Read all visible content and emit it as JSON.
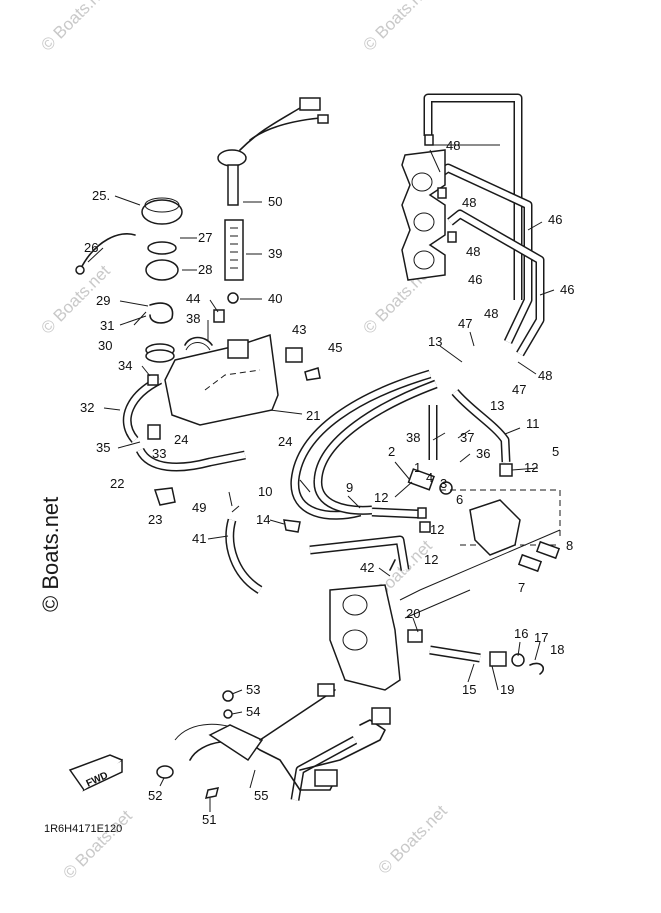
{
  "drawing_code": "1R6H4171E120",
  "fwd_label": "FWD",
  "watermark_small": "© Boats.net",
  "watermark_large": "© Boats.net",
  "callouts": [
    {
      "id": "c25",
      "label": "25."
    },
    {
      "id": "c26",
      "label": "26"
    },
    {
      "id": "c27",
      "label": "27"
    },
    {
      "id": "c28",
      "label": "28"
    },
    {
      "id": "c29",
      "label": "29"
    },
    {
      "id": "c31",
      "label": "31"
    },
    {
      "id": "c30",
      "label": "30"
    },
    {
      "id": "c44",
      "label": "44"
    },
    {
      "id": "c38a",
      "label": "38"
    },
    {
      "id": "c34",
      "label": "34"
    },
    {
      "id": "c32",
      "label": "32"
    },
    {
      "id": "c35",
      "label": "35"
    },
    {
      "id": "c33",
      "label": "33"
    },
    {
      "id": "c24a",
      "label": "24"
    },
    {
      "id": "c22",
      "label": "22"
    },
    {
      "id": "c23",
      "label": "23"
    },
    {
      "id": "c50",
      "label": "50"
    },
    {
      "id": "c39",
      "label": "39"
    },
    {
      "id": "c40",
      "label": "40"
    },
    {
      "id": "c43",
      "label": "43"
    },
    {
      "id": "c45",
      "label": "45"
    },
    {
      "id": "c21",
      "label": "21"
    },
    {
      "id": "c24b",
      "label": "24"
    },
    {
      "id": "c48a",
      "label": "48"
    },
    {
      "id": "c48b",
      "label": "48"
    },
    {
      "id": "c48c",
      "label": "48"
    },
    {
      "id": "c46a",
      "label": "46"
    },
    {
      "id": "c46b",
      "label": "46"
    },
    {
      "id": "c46c",
      "label": "46"
    },
    {
      "id": "c13a",
      "label": "13"
    },
    {
      "id": "c47a",
      "label": "47"
    },
    {
      "id": "c48d",
      "label": "48"
    },
    {
      "id": "c48e",
      "label": "48"
    },
    {
      "id": "c47b",
      "label": "47"
    },
    {
      "id": "c13b",
      "label": "13"
    },
    {
      "id": "c11",
      "label": "11"
    },
    {
      "id": "c38b",
      "label": "38"
    },
    {
      "id": "c37",
      "label": "37"
    },
    {
      "id": "c36",
      "label": "36"
    },
    {
      "id": "c5",
      "label": "5"
    },
    {
      "id": "c2",
      "label": "2"
    },
    {
      "id": "c1",
      "label": "1"
    },
    {
      "id": "c4",
      "label": "4"
    },
    {
      "id": "c3",
      "label": "3"
    },
    {
      "id": "c12a",
      "label": "12"
    },
    {
      "id": "c12b",
      "label": "12"
    },
    {
      "id": "c6",
      "label": "6"
    },
    {
      "id": "c12c",
      "label": "12"
    },
    {
      "id": "c12d",
      "label": "12"
    },
    {
      "id": "c8",
      "label": "8"
    },
    {
      "id": "c7",
      "label": "7"
    },
    {
      "id": "c10",
      "label": "10"
    },
    {
      "id": "c9",
      "label": "9"
    },
    {
      "id": "c49",
      "label": "49"
    },
    {
      "id": "c14",
      "label": "14"
    },
    {
      "id": "c41",
      "label": "41"
    },
    {
      "id": "c42",
      "label": "42"
    },
    {
      "id": "c20",
      "label": "20"
    },
    {
      "id": "c16",
      "label": "16"
    },
    {
      "id": "c17",
      "label": "17"
    },
    {
      "id": "c18",
      "label": "18"
    },
    {
      "id": "c15",
      "label": "15"
    },
    {
      "id": "c19",
      "label": "19"
    },
    {
      "id": "c53",
      "label": "53"
    },
    {
      "id": "c54",
      "label": "54"
    },
    {
      "id": "c52",
      "label": "52"
    },
    {
      "id": "c55",
      "label": "55"
    },
    {
      "id": "c51",
      "label": "51"
    }
  ]
}
